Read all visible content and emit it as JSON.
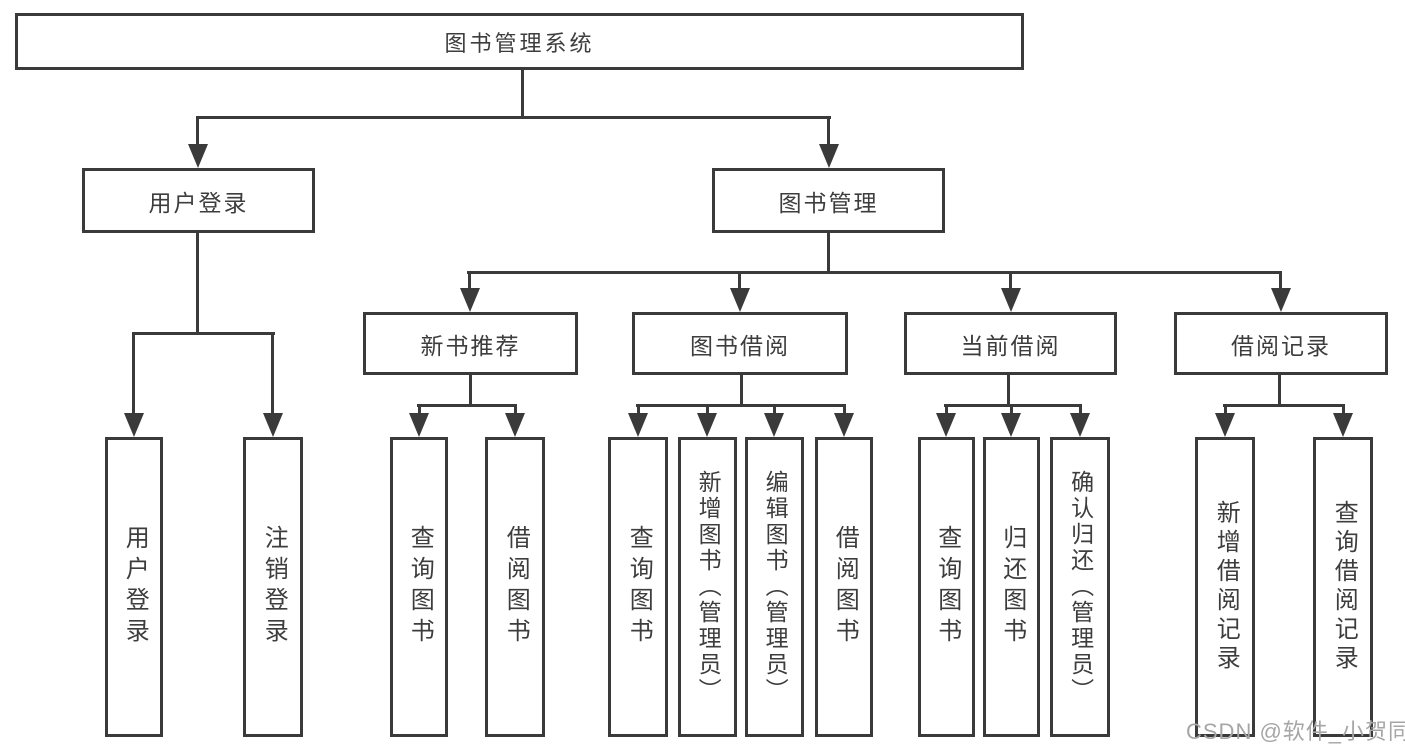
{
  "diagram": {
    "type": "tree",
    "root": {
      "label": "图书管理系统"
    },
    "branches": {
      "user_login": {
        "label": "用户登录",
        "children": [
          {
            "label": "用户登录"
          },
          {
            "label": "注销登录"
          }
        ]
      },
      "book_management": {
        "label": "图书管理",
        "children": [
          {
            "label": "新书推荐",
            "children": [
              {
                "label": "查询图书"
              },
              {
                "label": "借阅图书"
              }
            ]
          },
          {
            "label": "图书借阅",
            "children": [
              {
                "label": "查询图书"
              },
              {
                "label": "新增图书（管理员）"
              },
              {
                "label": "编辑图书（管理员）"
              },
              {
                "label": "借阅图书"
              }
            ]
          },
          {
            "label": "当前借阅",
            "children": [
              {
                "label": "查询图书"
              },
              {
                "label": "归还图书"
              },
              {
                "label": "确认归还（管理员）"
              }
            ]
          },
          {
            "label": "借阅记录",
            "children": [
              {
                "label": "新增借阅记录"
              },
              {
                "label": "查询借阅记录"
              }
            ]
          }
        ]
      }
    },
    "colors": {
      "line": "#3a3a3a",
      "text": "#3d3d3d",
      "background": "#ffffff",
      "watermark": "#a6a6a6"
    },
    "watermark": {
      "text": "CSDN @软件_小贺同学"
    }
  }
}
